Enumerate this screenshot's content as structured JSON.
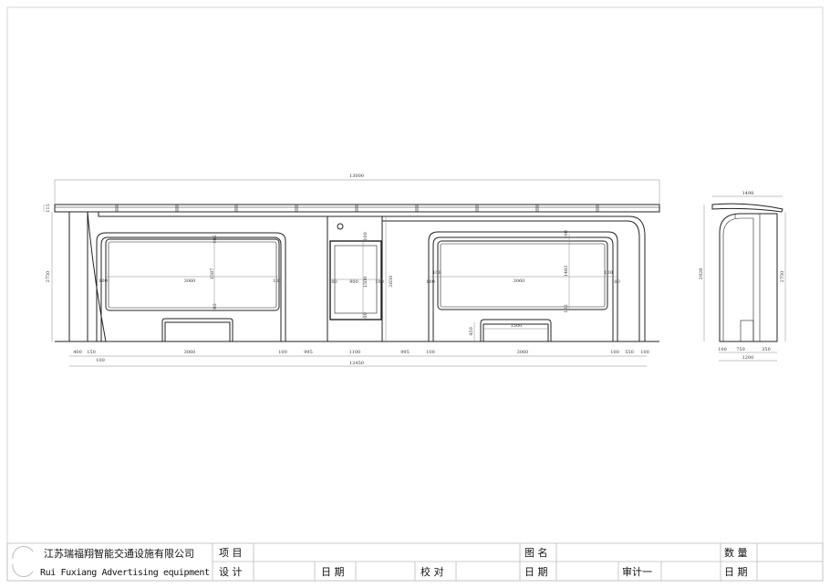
{
  "drawing": {
    "front_dims": {
      "overall_roof": "13000",
      "overall_base": "12450",
      "roof_thickness": "115",
      "left_height": "2750",
      "kiosk_height": "2650",
      "bottom": [
        "400",
        "150",
        "100",
        "3060",
        "100",
        "995",
        "1100",
        "995",
        "100",
        "3060",
        "100",
        "550",
        "100"
      ],
      "panel1": {
        "left": "100",
        "width": "3060",
        "right": "100",
        "height": "1587",
        "top": "102",
        "bottom": "102"
      },
      "kiosk": {
        "left": "100",
        "width": "900",
        "height": "1500",
        "right": "100",
        "top": "100",
        "bottom": "100"
      },
      "panel2": {
        "left": "100",
        "left2": "100",
        "width": "3060",
        "height": "1483",
        "top": "100",
        "bottom": "102",
        "right": "100",
        "right2": "100"
      },
      "bench2": {
        "height": "450",
        "width": "1500"
      }
    },
    "side_dims": {
      "roof_width": "1498",
      "height_left": "2928",
      "height_right": "2750",
      "bottom": [
        "100",
        "750",
        "350"
      ],
      "total": "1200"
    }
  },
  "title_block": {
    "company_cn": "江苏瑞福翔智能交通设施有限公司",
    "company_en": "Rui Fuxiang Advertising equipment",
    "project_label": "项 目",
    "drawing_name_label": "图 名",
    "quantity_label": "数 量",
    "design_label": "设 计",
    "date_label_1": "日 期",
    "check_label": "校 对",
    "date_label_2": "日 期",
    "audit_label": "审计一",
    "date_label_3": "日 期"
  }
}
